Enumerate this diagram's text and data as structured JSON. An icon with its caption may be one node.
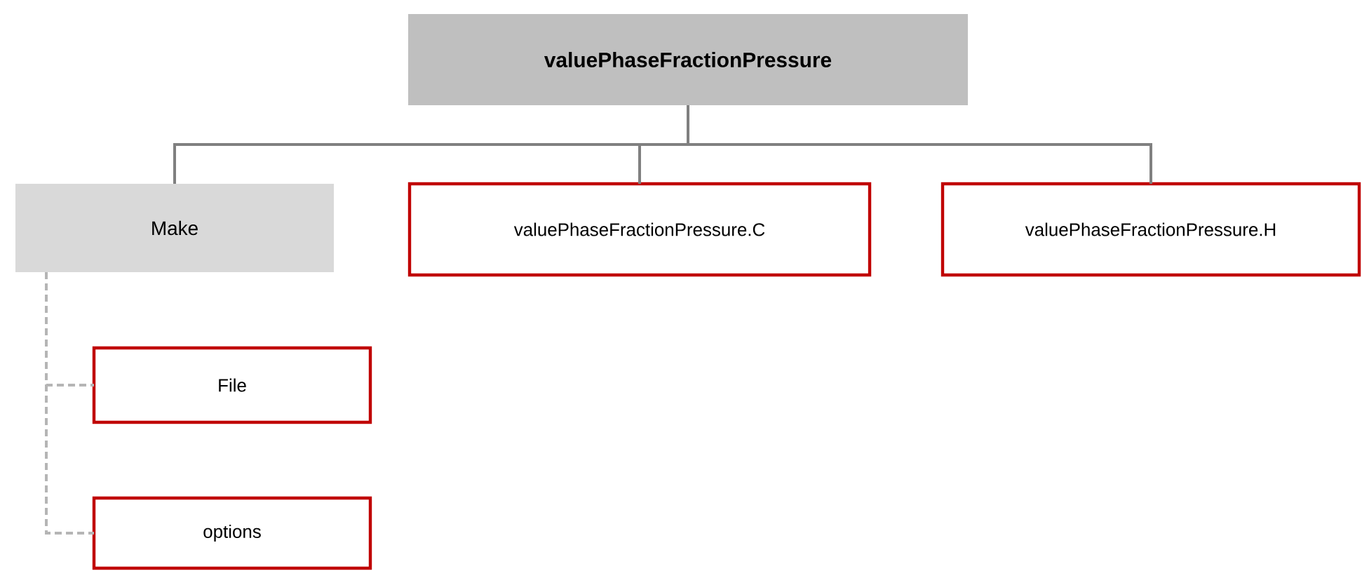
{
  "diagram": {
    "nodes": [
      {
        "text": [
          "valuePhaseFractionPressure"
        ]
      },
      {
        "text": [
          "Make"
        ]
      },
      {
        "text": [
          "valuePhaseFractionPressure.C"
        ]
      },
      {
        "text": [
          "valuePhaseFractionPressure.H"
        ]
      },
      {
        "text": [
          "File"
        ]
      },
      {
        "text": [
          "options"
        ]
      }
    ],
    "edges": [
      {
        "from": 0,
        "to": 1,
        "arrow": "none"
      },
      {
        "from": 0,
        "to": 2,
        "arrow": "none"
      },
      {
        "from": 0,
        "to": 3,
        "arrow": "none"
      },
      {
        "from": 1,
        "to": 4,
        "arrow": "none",
        "style": "dashed"
      },
      {
        "from": 1,
        "to": 5,
        "arrow": "none",
        "style": "dashed"
      }
    ]
  }
}
